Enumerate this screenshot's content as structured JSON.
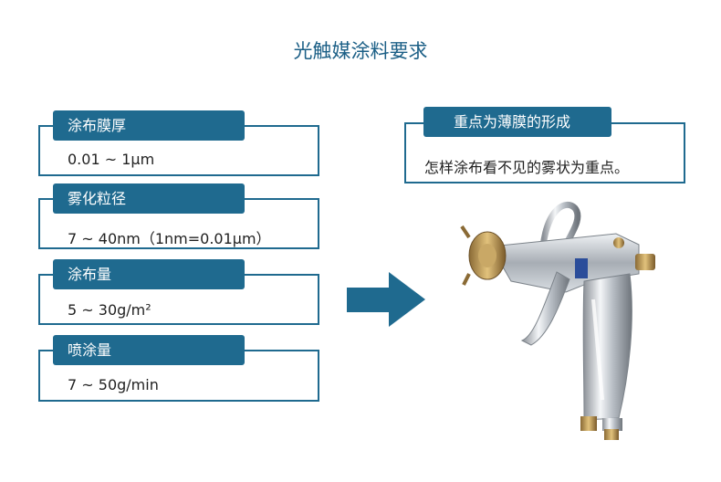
{
  "page": {
    "title": "光触媒涂料要求"
  },
  "specs": [
    {
      "label": "涂布膜厚",
      "value": "0.01 ~ 1μm"
    },
    {
      "label": "雾化粒径",
      "value": "7 ~ 40nm（1nm=0.01μm）"
    },
    {
      "label": "涂布量",
      "value": "5 ~ 30g/m²"
    },
    {
      "label": "喷涂量",
      "value": "7 ~ 50g/min"
    }
  ],
  "focus": {
    "label": "重点为薄膜的形成",
    "text": "怎样涂布看不见的雾状为重点。"
  },
  "colors": {
    "accent": "#1f6a8f",
    "title": "#1b5f86"
  },
  "icons": {
    "arrow": "right-arrow-icon",
    "image": "spray-gun-image"
  }
}
